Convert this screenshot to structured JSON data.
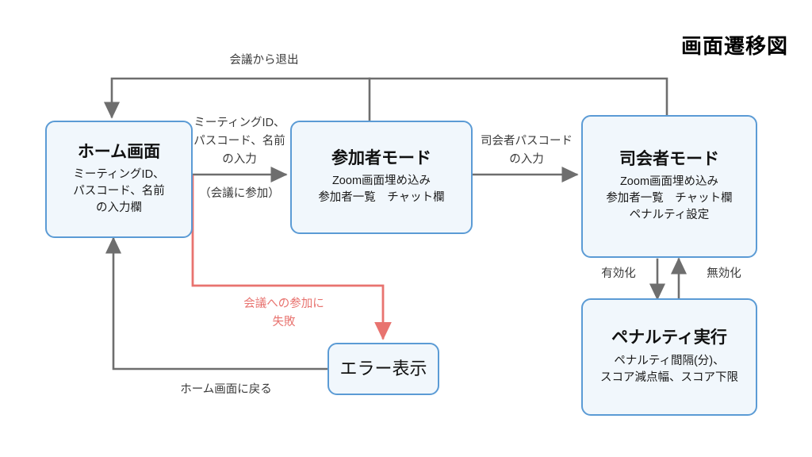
{
  "title": "画面遷移図",
  "colors": {
    "node_border": "#5B9BD5",
    "node_fill": "#F1F7FC",
    "edge_gray": "#6E6E6E",
    "edge_red": "#E8736F",
    "label_text": "#3A3A3A",
    "title_text": "#000000"
  },
  "nodes": [
    {
      "id": "home",
      "title": "ホーム画面",
      "lines": [
        "ミーティングID、",
        "パスコード、名前",
        "の入力欄"
      ]
    },
    {
      "id": "participant",
      "title": "参加者モード",
      "lines": [
        "Zoom画面埋め込み",
        "参加者一覧　チャット欄"
      ]
    },
    {
      "id": "host",
      "title": "司会者モード",
      "lines": [
        "Zoom画面埋め込み",
        "参加者一覧　チャット欄",
        "ペナルティ設定"
      ]
    },
    {
      "id": "penalty",
      "title": "ペナルティ実行",
      "lines": [
        "ペナルティ間隔(分)、",
        "スコア減点幅、スコア下限"
      ]
    },
    {
      "id": "error",
      "title": "エラー表示",
      "lines": []
    }
  ],
  "edge_labels": {
    "leave_meeting": "会議から退出",
    "join_input_l1": "ミーティングID、",
    "join_input_l2": "パスコード、名前",
    "join_input_l3": "の入力",
    "join_meeting": "（会議に参加）",
    "host_passcode_l1": "司会者パスコード",
    "host_passcode_l2": "の入力",
    "join_fail_l1": "会議への参加に",
    "join_fail_l2": "失敗",
    "back_home": "ホーム画面に戻る",
    "enable": "有効化",
    "disable": "無効化"
  }
}
